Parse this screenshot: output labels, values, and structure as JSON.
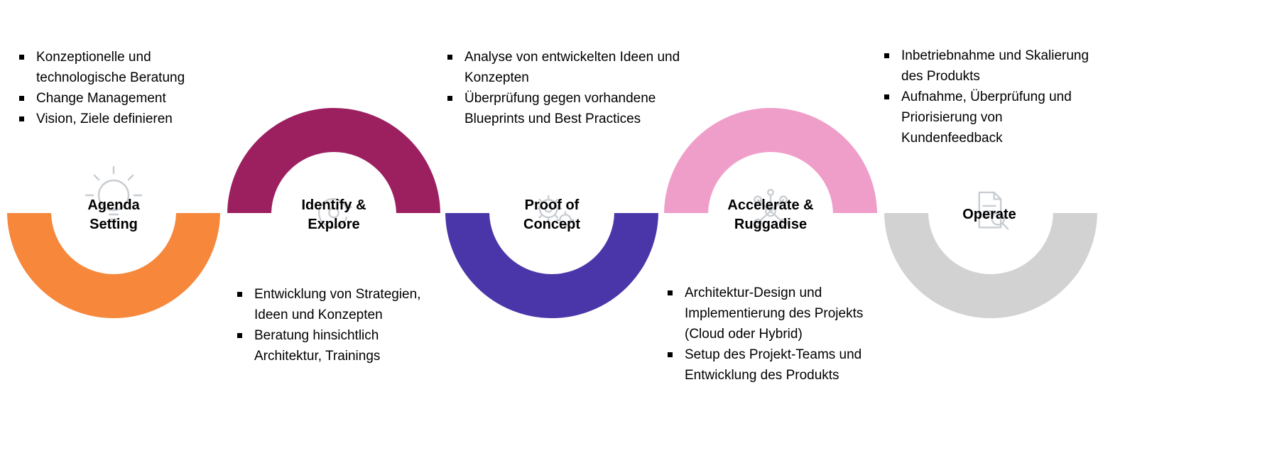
{
  "ui": {
    "background": "#FFFFFF",
    "bullet_marker": "square",
    "icon_color": "#C9CDD2"
  },
  "stages": [
    {
      "id": "agenda-setting",
      "title": "Agenda Setting",
      "title_lines": [
        "Agenda",
        "Setting"
      ],
      "color": "#F6873B",
      "arc_orientation": "bottom-half",
      "icon": "lightbulb-icon",
      "bullets": [
        "Konzeptionelle und technologische Beratung",
        "Change Management",
        "Vision, Ziele definieren"
      ]
    },
    {
      "id": "identify-explore",
      "title": "Identify & Explore",
      "title_lines": [
        "Identify &",
        "Explore"
      ],
      "color": "#9C1F60",
      "arc_orientation": "top-half",
      "icon": "cycle-arrows-icon",
      "bullets": [
        "Entwicklung von Strategien, Ideen und Konzepten",
        "Beratung hinsichtlich Architektur, Trainings"
      ]
    },
    {
      "id": "proof-of-concept",
      "title": "Proof of Concept",
      "title_lines": [
        "Proof of",
        "Concept"
      ],
      "color": "#4A36A9",
      "arc_orientation": "bottom-half",
      "icon": "gears-icon",
      "bullets": [
        "Analyse von entwickelten Ideen und Konzepten",
        "Überprüfung gegen vorhandene Blueprints und Best Practices"
      ]
    },
    {
      "id": "accelerate-ruggadise",
      "title": "Accelerate & Ruggadise",
      "title_lines": [
        "Accelerate &",
        "Ruggadise"
      ],
      "color": "#EF9ECA",
      "arc_orientation": "top-half",
      "icon": "network-icon",
      "bullets": [
        "Architektur-Design und Implementierung des Projekts (Cloud oder Hybrid)",
        "Setup des Projekt-Teams und Entwicklung des Produkts"
      ]
    },
    {
      "id": "operate",
      "title": "Operate",
      "title_lines": [
        "Operate",
        ""
      ],
      "color": "#D2D2D3",
      "arc_orientation": "bottom-half",
      "icon": "document-search-icon",
      "bullets": [
        "Inbetriebnahme und Skalierung des Produkts",
        "Aufnahme, Überprüfung und Priorisierung von Kundenfeedback"
      ]
    }
  ]
}
